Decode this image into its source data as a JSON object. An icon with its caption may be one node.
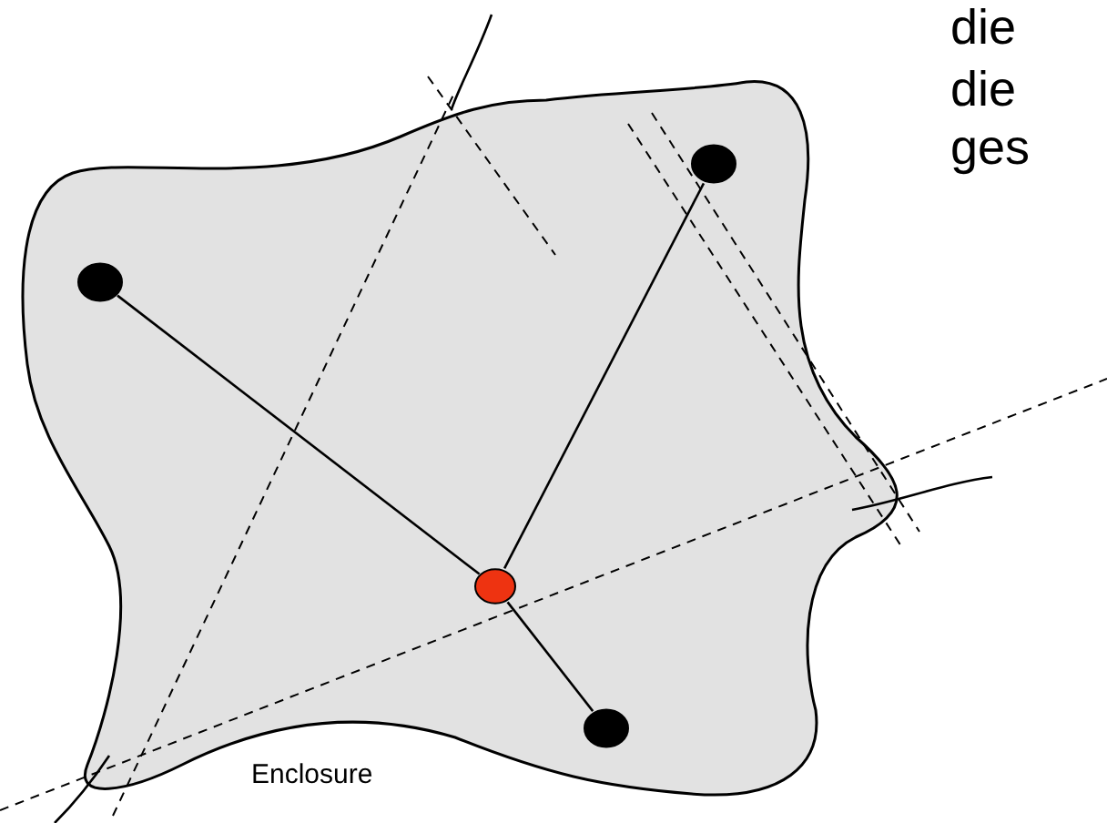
{
  "diagram": {
    "nodes": [
      {
        "text": [
          "Enclosure"
        ]
      },
      {
        "text": [],
        "shape": "circle",
        "in": 0
      },
      {
        "text": [],
        "shape": "circle",
        "in": 0
      },
      {
        "text": [],
        "shape": "circle",
        "in": 0
      },
      {
        "text": [],
        "shape": "circle",
        "in": 0
      }
    ],
    "edges": [
      {
        "from": 1,
        "to": 2,
        "arrow": "none"
      },
      {
        "from": 3,
        "to": 2,
        "arrow": "none"
      },
      {
        "from": 4,
        "to": 2,
        "arrow": "none"
      }
    ],
    "labels": [
      "die",
      "die",
      "ges"
    ]
  }
}
